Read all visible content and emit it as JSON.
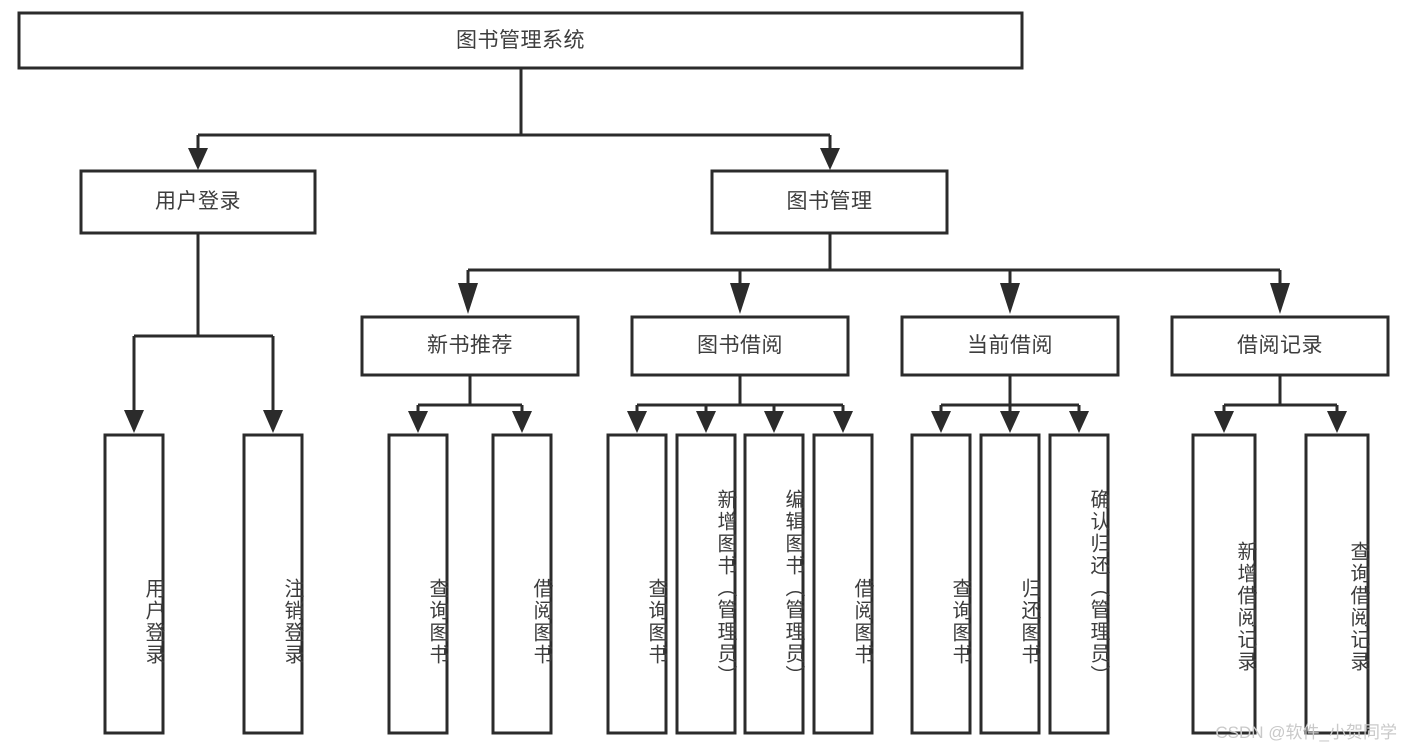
{
  "diagram": {
    "type": "hierarchy-tree",
    "title": "图书管理系统",
    "watermark": "CSDN @软件_小贺同学",
    "colors": {
      "box_stroke": "#2b2b2b",
      "box_fill": "#ffffff",
      "text": "#3d3d3d",
      "background": "#ffffff",
      "watermark": "#c9c9c9"
    },
    "root": {
      "label": "图书管理系统"
    },
    "level1": [
      {
        "label": "用户登录"
      },
      {
        "label": "图书管理"
      }
    ],
    "level2": [
      {
        "label": "新书推荐"
      },
      {
        "label": "图书借阅"
      },
      {
        "label": "当前借阅"
      },
      {
        "label": "借阅记录"
      }
    ],
    "leaves": {
      "user_login": [
        {
          "label": "用户登录"
        },
        {
          "label": "注销登录"
        }
      ],
      "new_book_recommend": [
        {
          "label": "查询图书"
        },
        {
          "label": "借阅图书"
        }
      ],
      "book_borrow": [
        {
          "label": "查询图书"
        },
        {
          "label": "新增图书（管理员）"
        },
        {
          "label": "编辑图书（管理员）"
        },
        {
          "label": "借阅图书"
        }
      ],
      "current_borrow": [
        {
          "label": "查询图书"
        },
        {
          "label": "归还图书"
        },
        {
          "label": "确认归还（管理员）"
        }
      ],
      "borrow_record": [
        {
          "label": "新增借阅记录"
        },
        {
          "label": "查询借阅记录"
        }
      ]
    }
  }
}
